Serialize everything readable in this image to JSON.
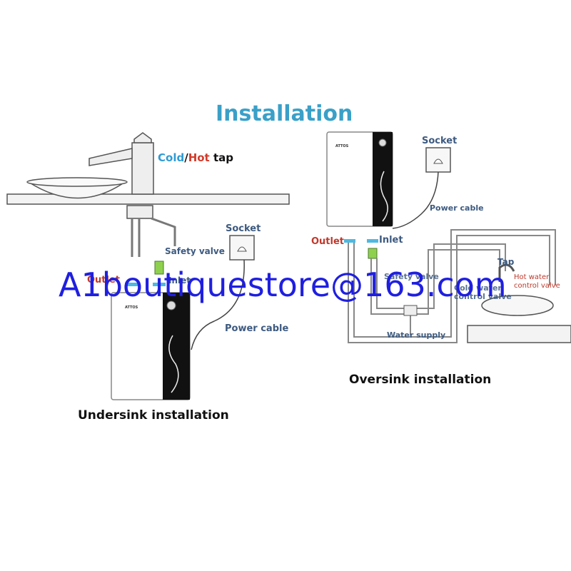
{
  "title": "Installation",
  "tap_label": {
    "cold": "Cold",
    "separator": "/",
    "hot": "Hot",
    "suffix": " tap"
  },
  "undersink": {
    "caption": "Undersink installation",
    "socket": "Socket",
    "safety_valve": "Safety valve",
    "outlet": "Outlet",
    "inlet": "Inlet",
    "power_cable": "Power cable",
    "brand": "ATTOS"
  },
  "oversink": {
    "caption": "Oversink installation",
    "socket": "Socket",
    "power_cable": "Power cable",
    "outlet": "Outlet",
    "inlet": "Inlet",
    "safety_valve": "Safety valve",
    "cold_water_control_valve": "Cold water control valve",
    "tap": "Tap",
    "hot_water_control_valve": "Hot water control valve",
    "water_supply": "Water supply",
    "brand": "ATTOS"
  },
  "watermark": "A1boutiquestore@163.com",
  "colors": {
    "title": "#3aa0c8",
    "cold": "#2f9bd4",
    "hot": "#d23b2b",
    "label": "#3d5a80",
    "valve": "#8fd14f",
    "connector": "#4fb8e0"
  }
}
